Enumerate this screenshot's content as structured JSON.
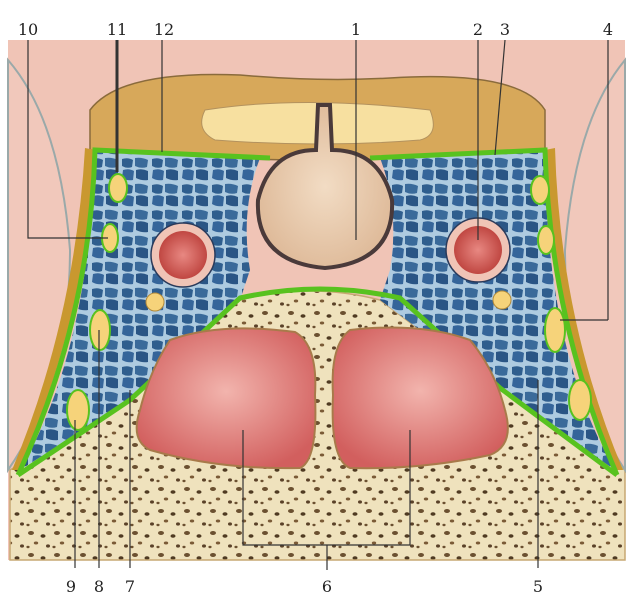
{
  "labels": {
    "l1": "1",
    "l2": "2",
    "l3": "3",
    "l4": "4",
    "l5": "5",
    "l6": "6",
    "l7": "7",
    "l8": "8",
    "l9": "9",
    "l10": "10",
    "l11": "11",
    "l12": "12"
  },
  "colors": {
    "skin": "#f0c4b6",
    "bone_marrow": "#efe2bd",
    "fat": "#c9982f",
    "venous_plexus": "#2f5e8e",
    "vein_wall": "#a9c8de",
    "membrane": "#58c21f",
    "sinus": "#d9706e",
    "artery": "#c9453f",
    "nerve": "#f6d37a",
    "pituitary": "#e7c4a4"
  }
}
